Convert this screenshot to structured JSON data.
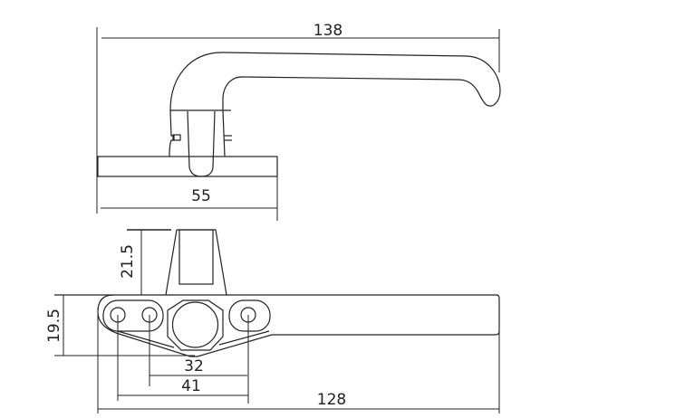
{
  "dimensions": {
    "top_overall_length": "138",
    "base_plate_length": "55",
    "spindle_height": "21.5",
    "base_height": "19.5",
    "hole_spacing_inner": "32",
    "hole_spacing_outer": "41",
    "bottom_overall_length": "128"
  }
}
